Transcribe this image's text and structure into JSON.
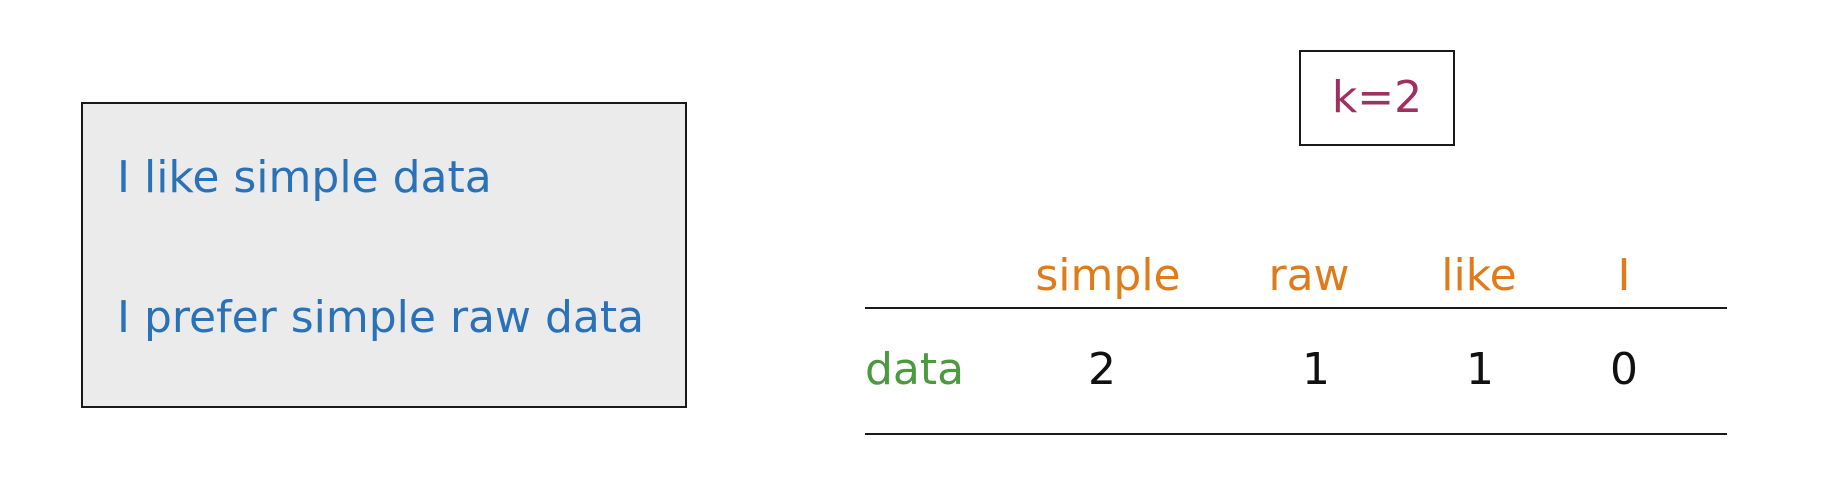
{
  "corpus": {
    "sentences": [
      "I like simple data",
      "I prefer simple raw data"
    ]
  },
  "window": {
    "label": "k=2"
  },
  "cooccurrence": {
    "columns": [
      "simple",
      "raw",
      "like",
      "I"
    ],
    "row_word": "data",
    "values": [
      "2",
      "1",
      "1",
      "0"
    ]
  },
  "colors": {
    "sentence_text": "#2a72b8",
    "k_label": "#a0305f",
    "column_header": "#e07b1b",
    "row_header": "#4b9a3e"
  }
}
